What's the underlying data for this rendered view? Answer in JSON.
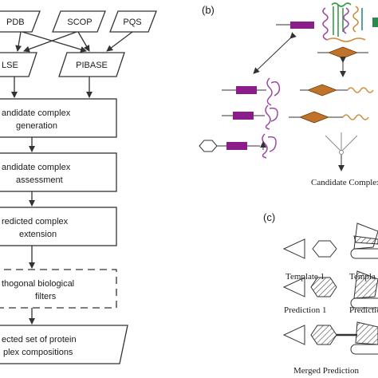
{
  "panel_b": {
    "label": "(b)",
    "caption": "Candidate Complexe"
  },
  "panel_c": {
    "label": "(c)",
    "template1": "Template 1",
    "template2": "Templa",
    "prediction1": "Prediction 1",
    "prediction2": "Predictio",
    "merged": "Merged Prediction"
  },
  "flowchart": {
    "sources": [
      "PDB",
      "SCOP",
      "PQS"
    ],
    "databases": [
      "LSE",
      "PIBASE"
    ],
    "steps": [
      [
        "andidate complex",
        "generation"
      ],
      [
        "andidate complex",
        "assessment"
      ],
      [
        "redicted complex",
        "extension"
      ],
      [
        "thogonal biological",
        "filters"
      ],
      [
        "ected set of protein",
        "plex compositions"
      ]
    ]
  },
  "colors": {
    "domain_purple": "#8a1d8a",
    "domain_brown": "#c0732a",
    "coil_purple": "#9b4aa3",
    "coil_orange": "#d08a3c",
    "coil_green": "#3a9a4a",
    "coil_teal": "#2a8a8a"
  }
}
